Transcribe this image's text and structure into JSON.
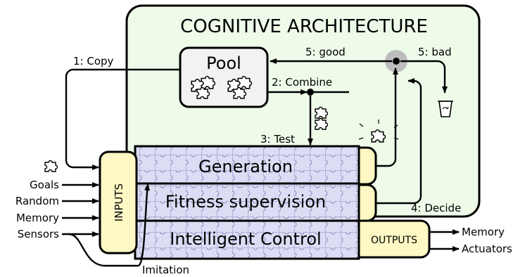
{
  "architecture": {
    "title": "COGNITIVE ARCHITECTURE"
  },
  "pool": {
    "title": "Pool"
  },
  "flows": {
    "copy": "1: Copy",
    "combine": "2: Combine",
    "test": "3: Test",
    "decide": "4: Decide",
    "good": "5: good",
    "bad": "5: bad",
    "imitation": "Imitation"
  },
  "blocks": {
    "generation": "Generation",
    "fitness": "Fitness supervision",
    "control": "Intelligent Control"
  },
  "inputs": {
    "label": "INPUTS",
    "items": [
      "Goals",
      "Random",
      "Memory",
      "Sensors"
    ]
  },
  "outputs": {
    "label": "OUTPUTS",
    "items": [
      "Memory",
      "Actuators"
    ]
  },
  "colors": {
    "architecture_bg": "#eefbe9",
    "pool_bg": "#f2f2f2",
    "inputs_bg": "#fdf8c4",
    "grid_bg": "#dcdcf4",
    "grid_line": "#8888bb"
  },
  "icons": [
    "puzzle-piece-icon",
    "recycle-bin-icon"
  ]
}
